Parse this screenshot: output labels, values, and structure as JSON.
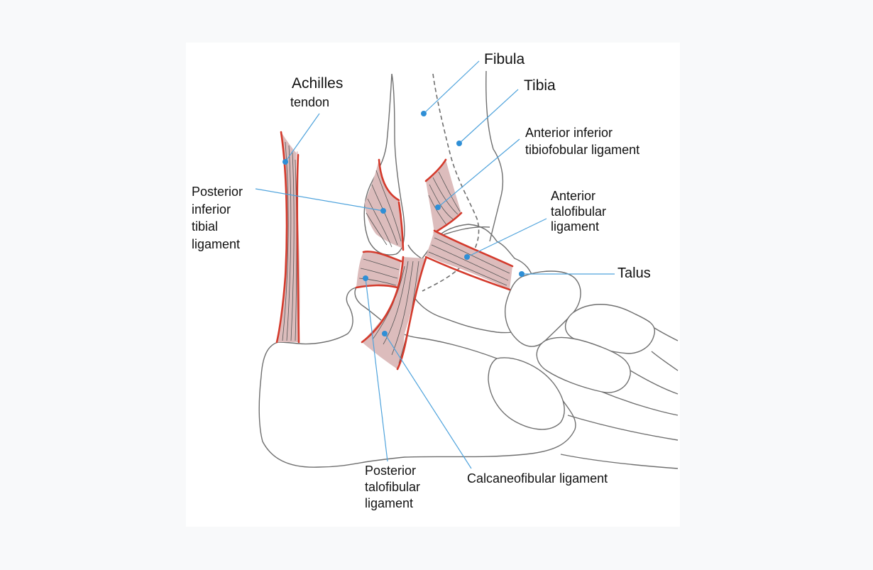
{
  "labels": {
    "achilles_line1": "Achilles",
    "achilles_line2": "tendon",
    "fibula": "Fibula",
    "tibia": "Tibia",
    "aitf": "Anterior inferior\ntibiofobular ligament",
    "pitl": "Posterior\ninferior\ntibial\nligament",
    "atfl": "Anterior\ntalofibular\nligament",
    "talus": "Talus",
    "ptfl": "Posterior\ntalofibular\nligament",
    "cfl": "Calcaneofibular ligament"
  },
  "colors": {
    "background": "#f8f9fa",
    "panel": "#ffffff",
    "bone_outline": "#6f6f6f",
    "ligament_fill": "#dcbcbc",
    "ligament_edge": "#d43a2c",
    "leader": "#4fa3dc",
    "leader_dot": "#2f8fd6"
  }
}
